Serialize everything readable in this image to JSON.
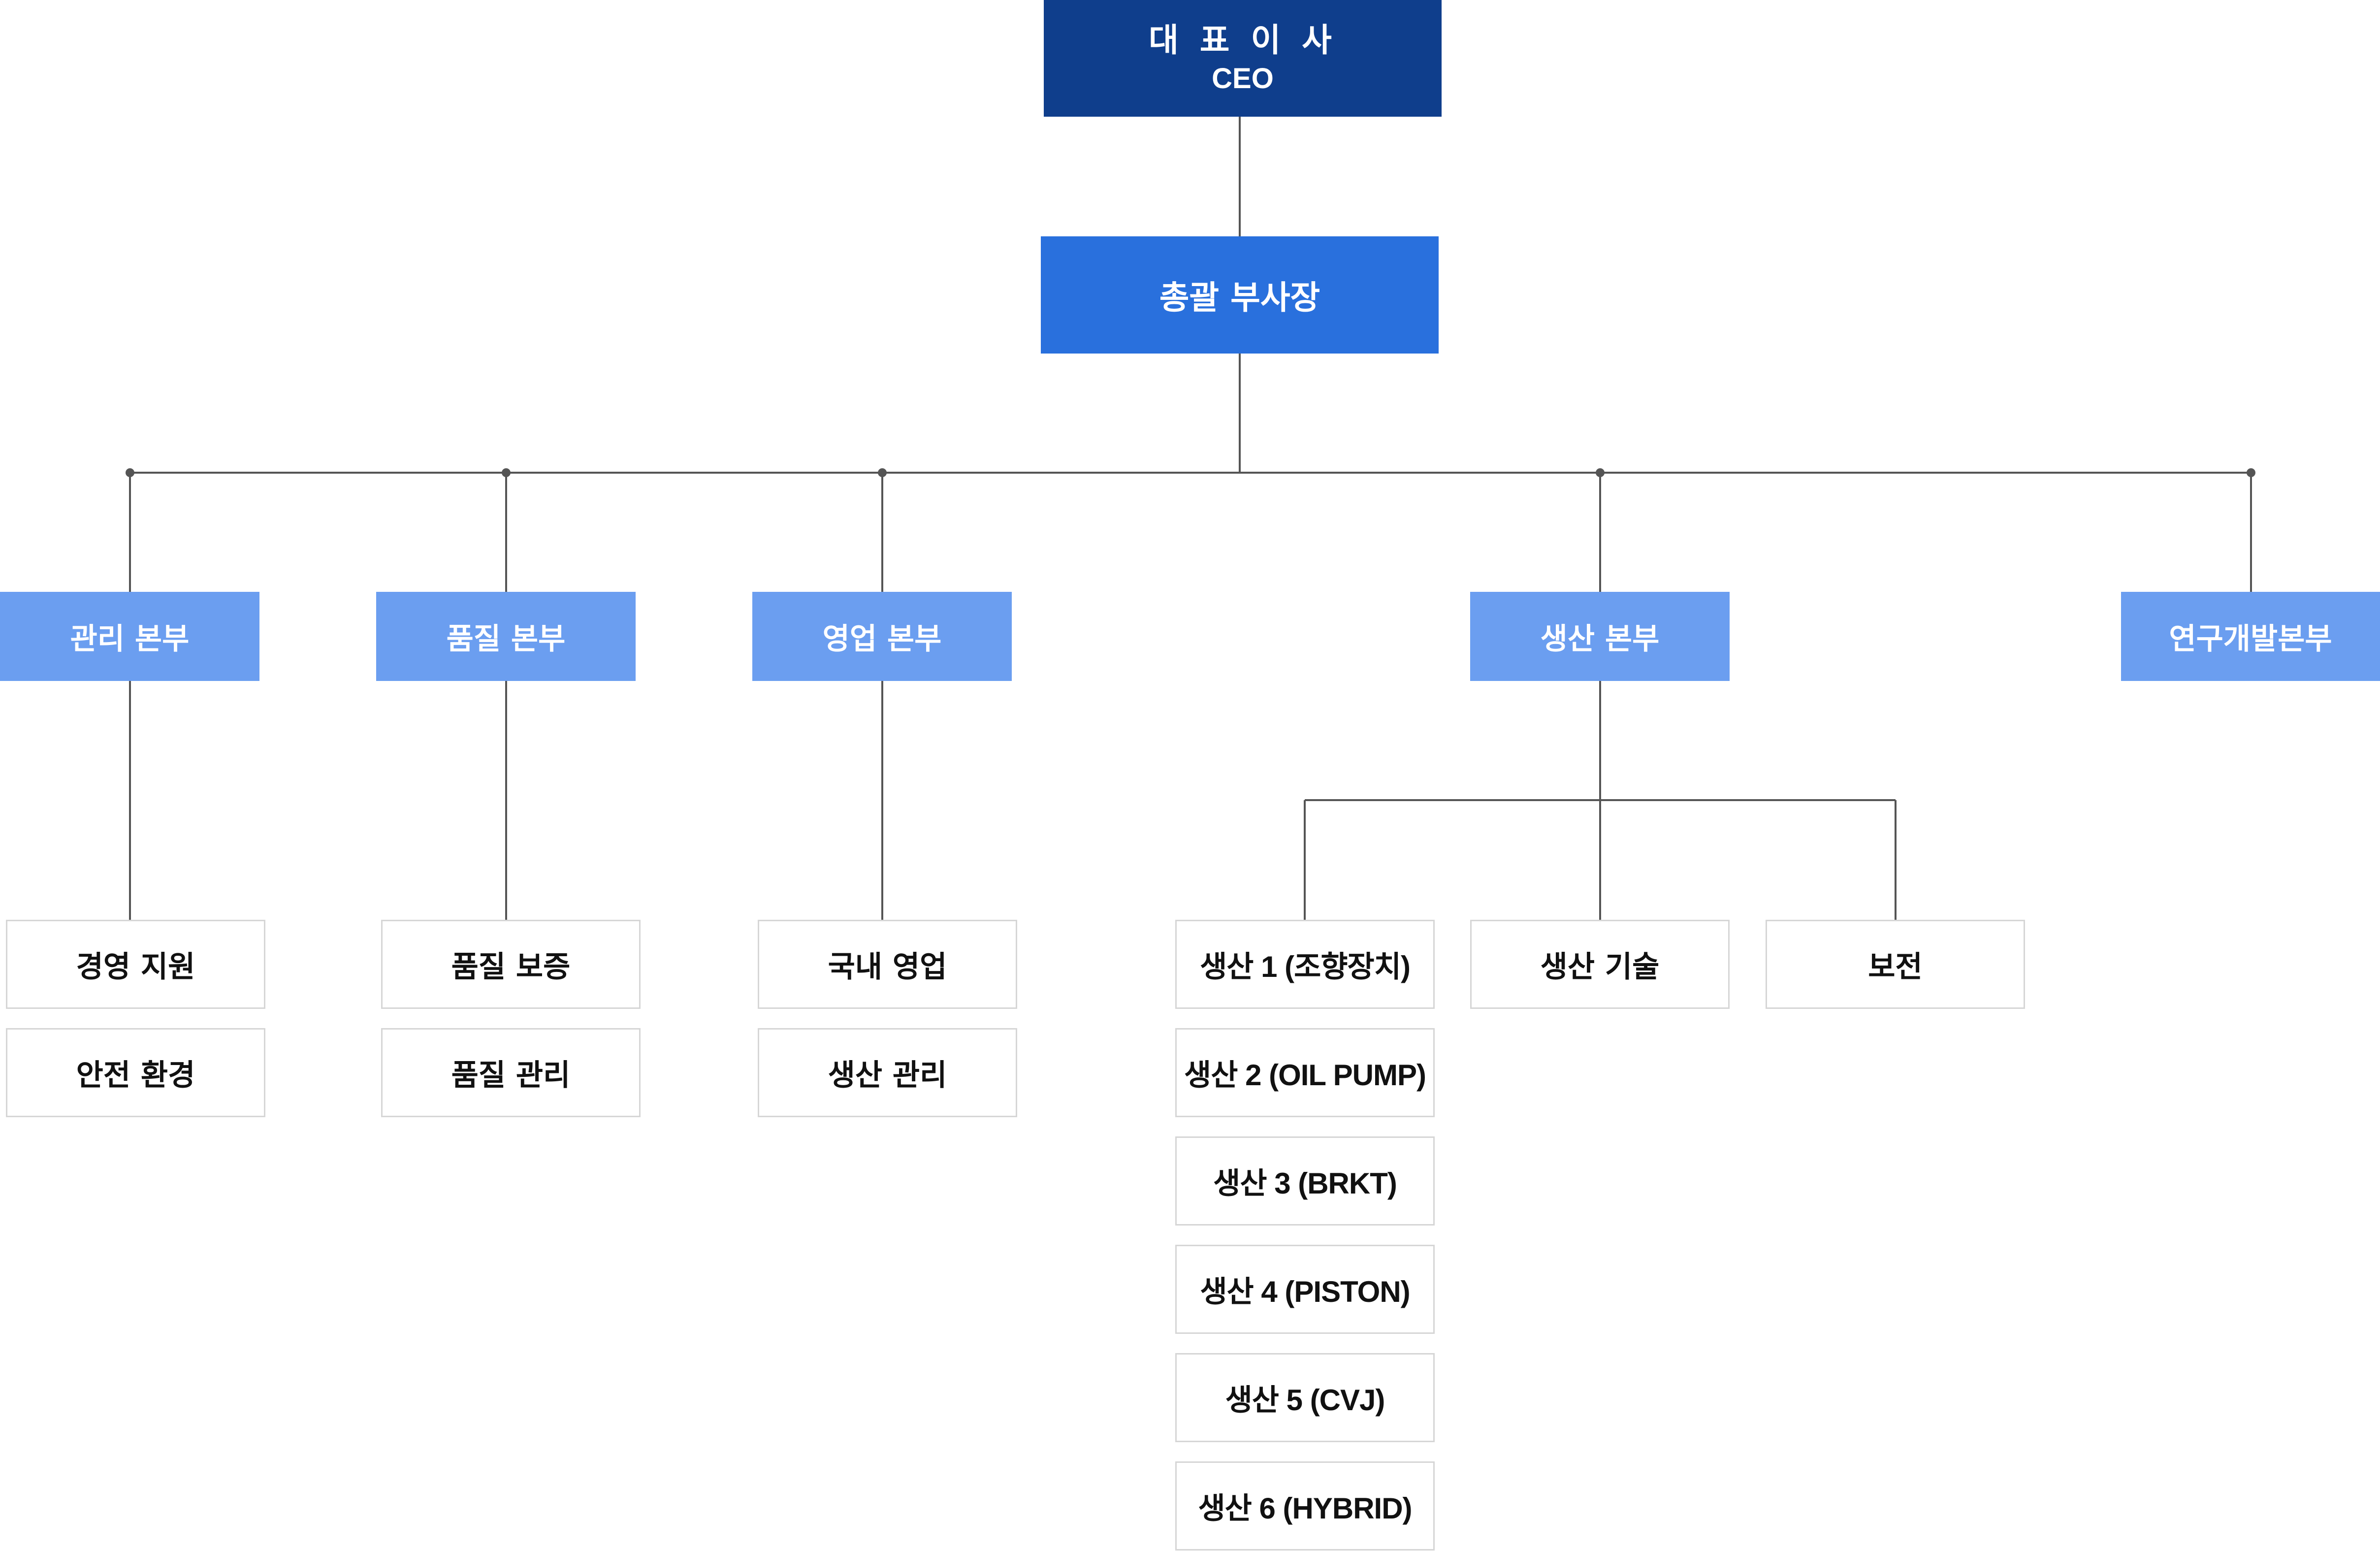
{
  "ceo": {
    "title_ko": "대 표 이 사",
    "title_en": "CEO"
  },
  "vice_president": "총괄 부사장",
  "divisions": {
    "management": {
      "name": "관리 본부",
      "teams": [
        "경영 지원",
        "안전 환경"
      ]
    },
    "quality": {
      "name": "품질 본부",
      "teams": [
        "품질 보증",
        "품질 관리"
      ]
    },
    "sales": {
      "name": "영업 본부",
      "teams": [
        "국내 영업",
        "생산 관리"
      ]
    },
    "production": {
      "name": "생산 본부",
      "production_units": [
        "생산 1 (조향장치)",
        "생산 2 (OIL PUMP)",
        "생산 3 (BRKT)",
        "생산 4 (PISTON)",
        "생산 5 (CVJ)",
        "생산 6 (HYBRID)"
      ],
      "technology": "생산 기술",
      "maintenance": "보전"
    },
    "rnd": {
      "name": "연구개발본부"
    }
  },
  "colors": {
    "ceo": "#0f3e8c",
    "vice_president": "#2970dd",
    "division": "#6b9ef0",
    "team_border": "#d6d6d6",
    "line": "#555555"
  }
}
